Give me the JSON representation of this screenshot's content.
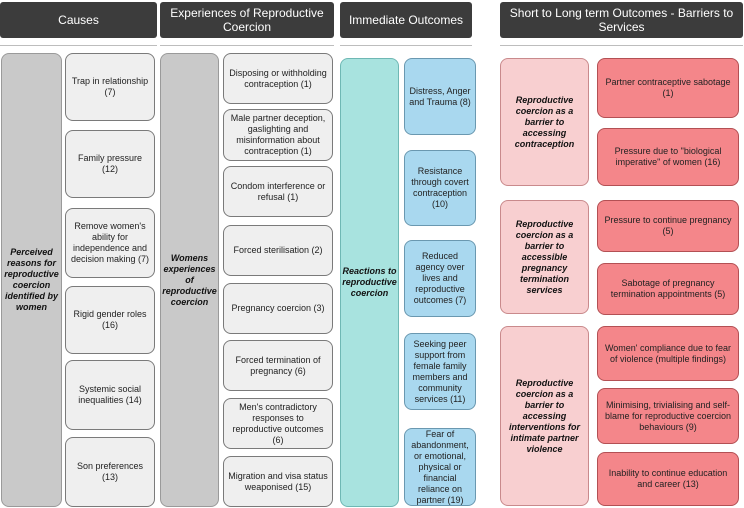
{
  "headers": {
    "causes": "Causes",
    "experiences": "Experiences of Reproductive Coercion",
    "immediate": "Immediate Outcomes",
    "long_term": "Short to Long term Outcomes - Barriers to Services"
  },
  "causes": {
    "category": "Perceived reasons for reproductive coercion identified by women",
    "items": [
      "Trap in relationship (7)",
      "Family pressure (12)",
      "Remove women's ability for independence and decision making (7)",
      "Rigid gender roles (16)",
      "Systemic social inequalities (14)",
      "Son preferences (13)"
    ]
  },
  "experiences": {
    "category": "Womens experiences of reproductive coercion",
    "items": [
      "Disposing or withholding contraception (1)",
      "Male partner deception, gaslighting and misinformation about contraception (1)",
      "Condom interference or refusal (1)",
      "Forced sterilisation (2)",
      "Pregnancy coercion (3)",
      "Forced termination of pregnancy (6)",
      "Men's contradictory responses to reproductive outcomes (6)",
      "Migration and visa status weaponised (15)"
    ]
  },
  "immediate": {
    "category": "Reactions to reproductive coercion",
    "items": [
      "Distress, Anger and Trauma (8)",
      "Resistance through covert contraception (10)",
      "Reduced agency over lives and reproductive outcomes (7)",
      "Seeking peer support from female family members and community services (11)",
      "Fear of abandonment, or emotional, physical or financial reliance on partner (19)"
    ]
  },
  "long_term": {
    "groups": [
      {
        "category": "Reproductive coercion as a barrier to accessing contraception",
        "items": [
          "Partner contraceptive sabotage (1)",
          "Pressure due to \"biological imperative\" of women (16)"
        ]
      },
      {
        "category": "Reproductive coercion as a barrier to accessible pregnancy termination services",
        "items": [
          "Pressure to continue pregnancy (5)",
          "Sabotage of pregnancy termination appointments (5)"
        ]
      },
      {
        "category": "Reproductive coercion as a barrier to accessing interventions for intimate partner violence",
        "items": [
          "Women' compliance due to fear of violence (multiple findings)",
          "Minimising, trivialising and self-blame for reproductive coercion behaviours (9)",
          "Inability to continue education and career (13)"
        ]
      }
    ]
  }
}
